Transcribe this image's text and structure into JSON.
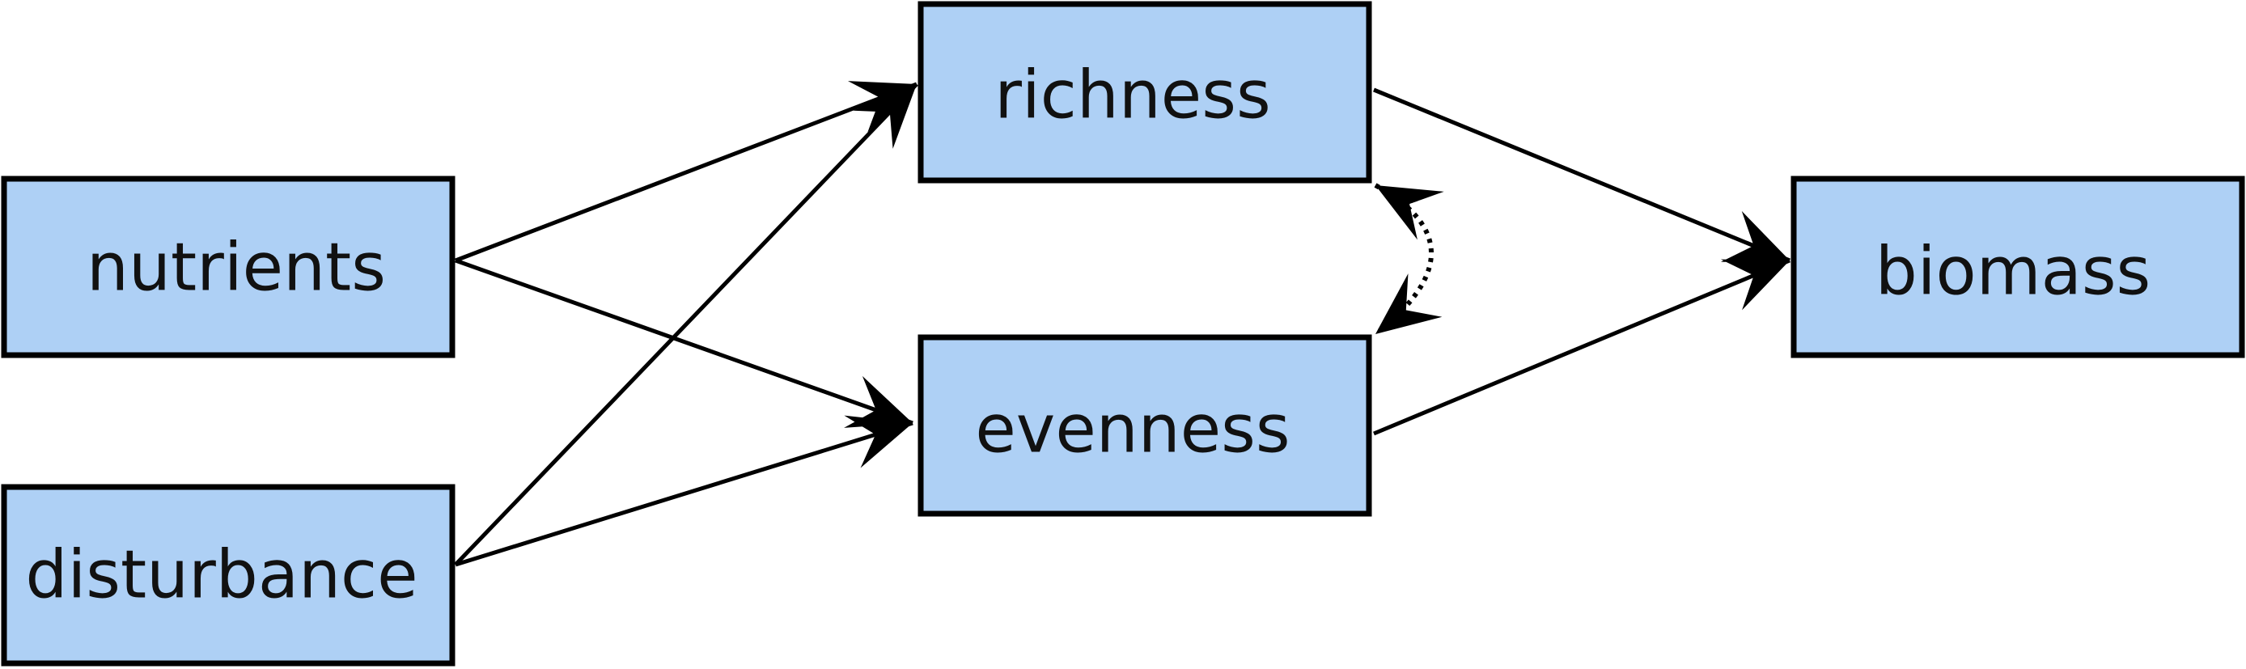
{
  "colors": {
    "node_fill": "#aed0f5",
    "stroke": "#000000"
  },
  "nodes": {
    "nutrients": {
      "label": "nutrients"
    },
    "disturbance": {
      "label": "disturbance"
    },
    "richness": {
      "label": "richness"
    },
    "evenness": {
      "label": "evenness"
    },
    "biomass": {
      "label": "biomass"
    }
  },
  "edges": [
    {
      "from": "nutrients",
      "to": "richness",
      "style": "solid",
      "direction": "forward"
    },
    {
      "from": "nutrients",
      "to": "evenness",
      "style": "solid",
      "direction": "forward"
    },
    {
      "from": "disturbance",
      "to": "richness",
      "style": "solid",
      "direction": "forward"
    },
    {
      "from": "disturbance",
      "to": "evenness",
      "style": "solid",
      "direction": "forward"
    },
    {
      "from": "richness",
      "to": "biomass",
      "style": "solid",
      "direction": "forward"
    },
    {
      "from": "evenness",
      "to": "biomass",
      "style": "solid",
      "direction": "forward"
    },
    {
      "from": "richness",
      "to": "evenness",
      "style": "dotted",
      "direction": "both"
    }
  ]
}
